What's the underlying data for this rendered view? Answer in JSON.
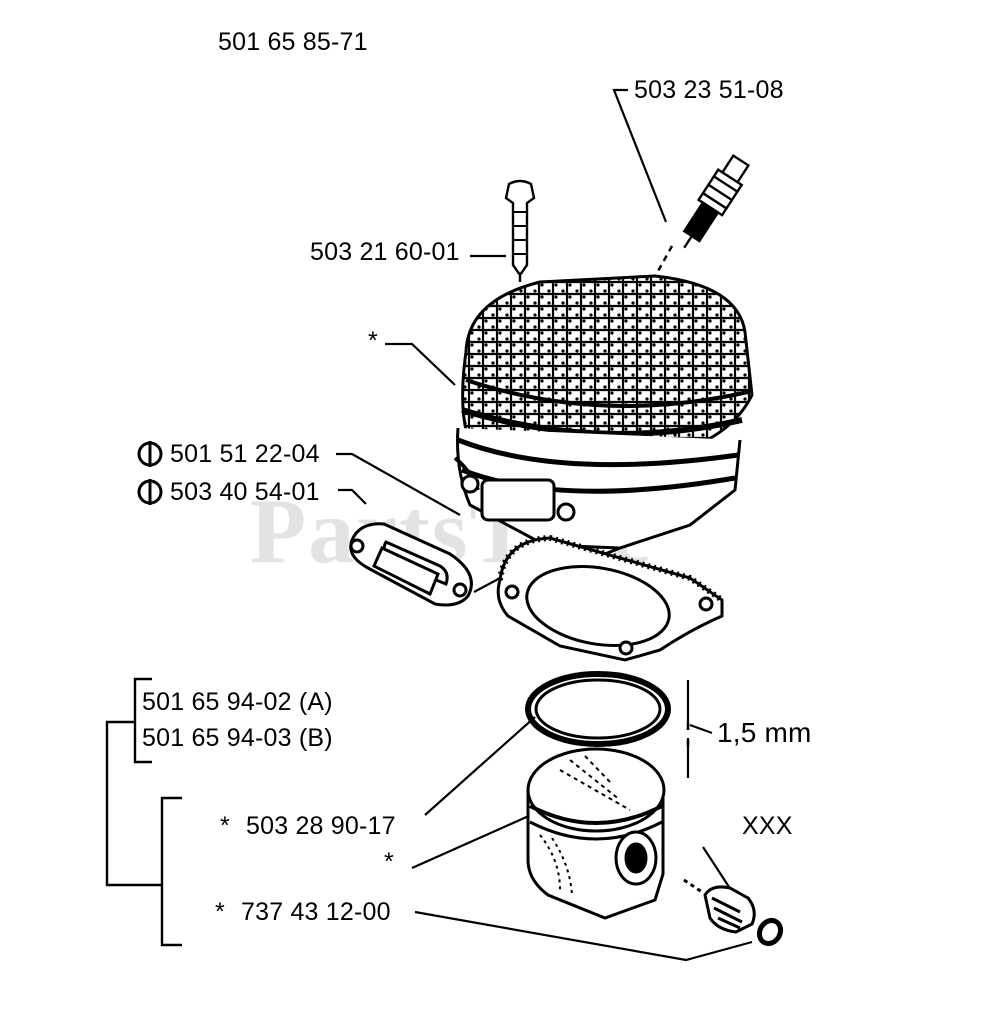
{
  "diagram": {
    "watermark": "PartsTree",
    "labels": {
      "top_part": "501 65 85-71",
      "spark_plug": "503 23 51-08",
      "bolt": "503 21 60-01",
      "cylinder_marker": "*",
      "gasket_1": "501 51 22-04",
      "gasket_2": "503 40 54-01",
      "piston_kit_a": "501 65 94-02 (A)",
      "piston_kit_b": "501 65 94-03 (B)",
      "ring_thickness": "1,5 mm",
      "piston_ring": "503 28 90-17",
      "piston_ring_marker": "*",
      "piston_marker": "*",
      "bearing": "XXX",
      "circlip": "737 43 12-00",
      "circlip_marker": "*"
    },
    "colors": {
      "ink": "#000000",
      "watermark": "#e3e3e3",
      "background": "#ffffff"
    }
  }
}
